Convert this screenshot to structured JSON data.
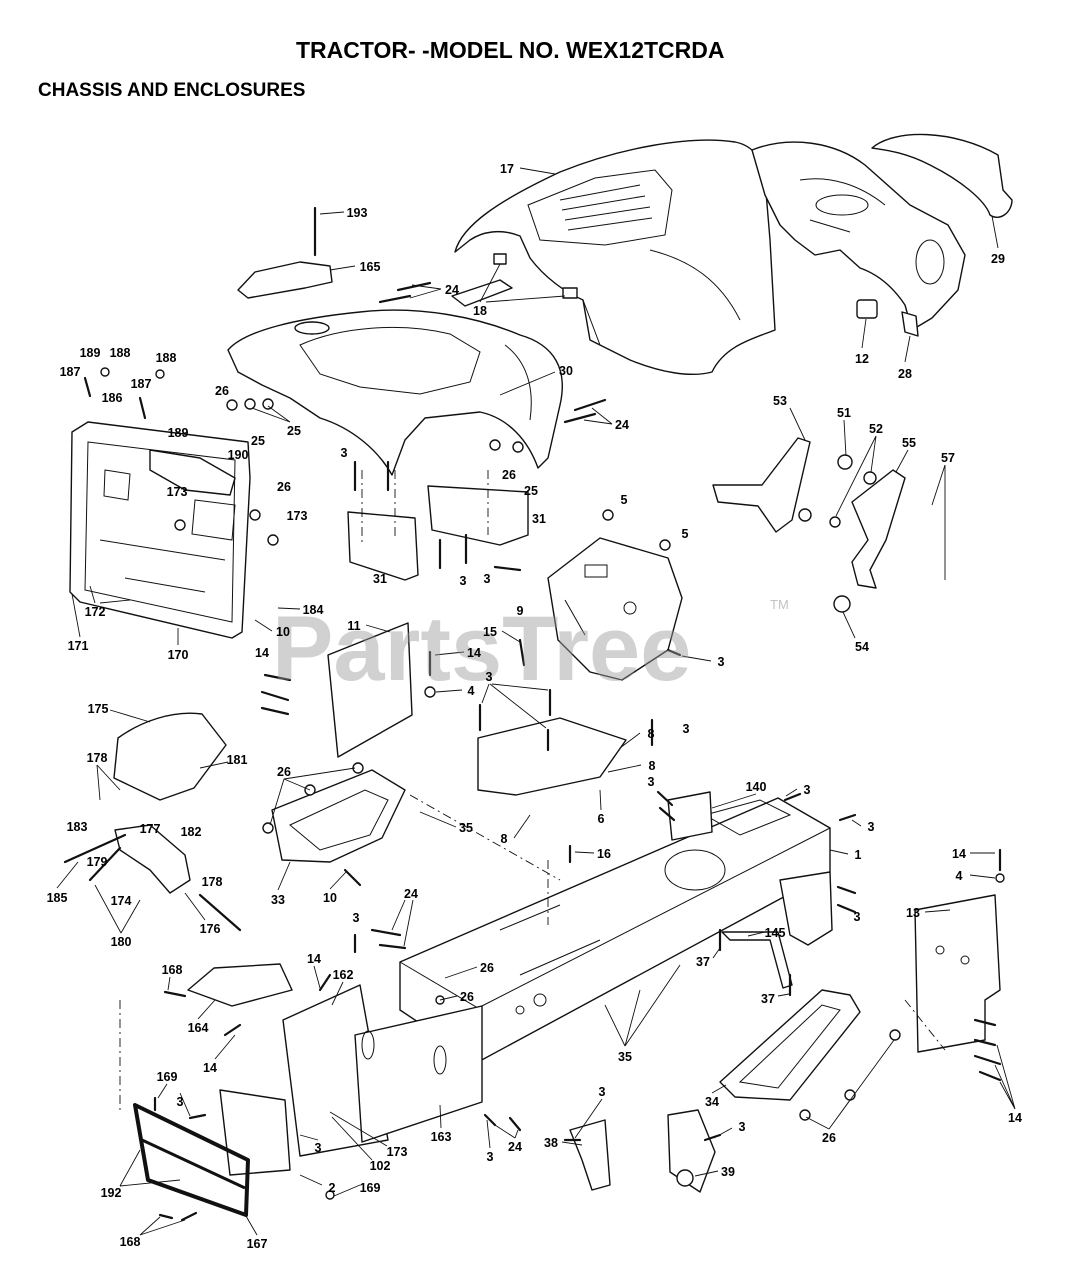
{
  "title": "TRACTOR- -MODEL NO. WEX12TCRDA",
  "subtitle": "CHASSIS AND ENCLOSURES",
  "watermark": "PartsTree",
  "watermark_tm": "TM",
  "callouts": [
    "17",
    "193",
    "165",
    "24",
    "18",
    "29",
    "12",
    "28",
    "189",
    "188",
    "188",
    "187",
    "187",
    "186",
    "189",
    "26",
    "25",
    "30",
    "24",
    "53",
    "51",
    "52",
    "55",
    "57",
    "3",
    "190",
    "25",
    "26",
    "173",
    "173",
    "26",
    "25",
    "5",
    "5",
    "31",
    "31",
    "3",
    "3",
    "9",
    "54",
    "172",
    "171",
    "184",
    "10",
    "170",
    "11",
    "15",
    "14",
    "14",
    "4",
    "3",
    "3",
    "3",
    "8",
    "8",
    "175",
    "178",
    "181",
    "26",
    "3",
    "140",
    "3",
    "35",
    "183",
    "177",
    "182",
    "3",
    "1",
    "16",
    "6",
    "8",
    "179",
    "178",
    "185",
    "174",
    "33",
    "10",
    "24",
    "14",
    "4",
    "13",
    "3",
    "176",
    "180",
    "3",
    "145",
    "37",
    "37",
    "168",
    "14",
    "162",
    "26",
    "26",
    "164",
    "14",
    "35",
    "34",
    "169",
    "3",
    "3",
    "26",
    "14",
    "163",
    "3",
    "173",
    "3",
    "38",
    "24",
    "3",
    "102",
    "39",
    "2",
    "169",
    "192",
    "168",
    "167"
  ]
}
